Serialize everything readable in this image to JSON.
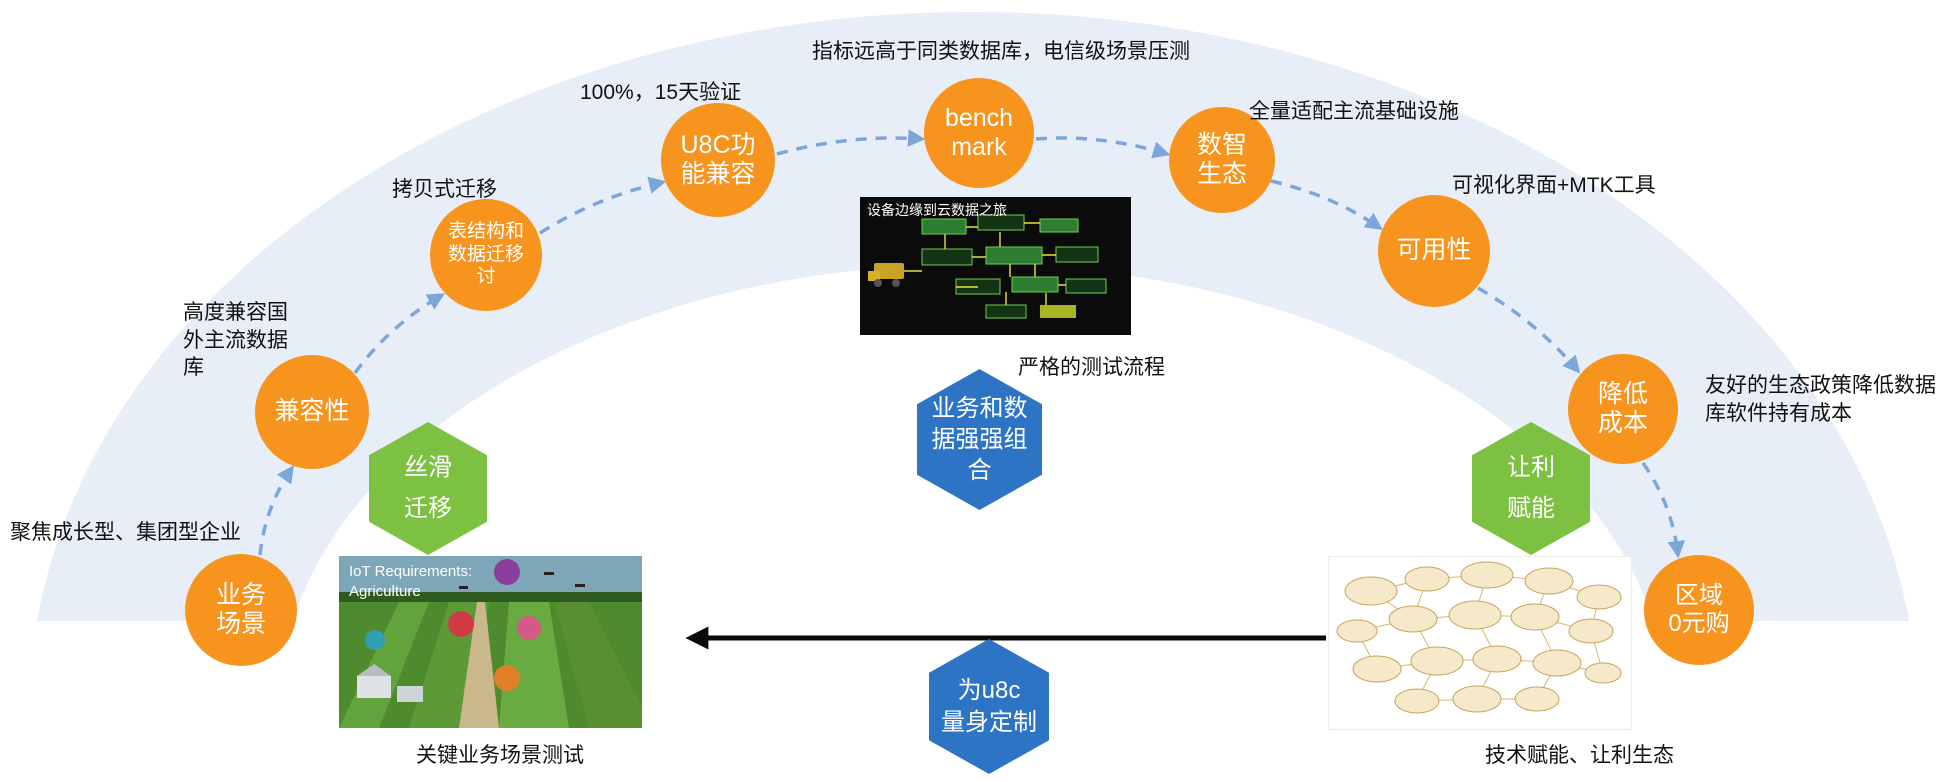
{
  "colors": {
    "orange": "#F7941D",
    "green": "#7DC142",
    "blue": "#2E74C4",
    "arc": "#E8EEF8",
    "dash": "#7CA6D9",
    "arrow": "#0A0A0A"
  },
  "arc_steps": [
    {
      "label": "业务\n场景"
    },
    {
      "label": "兼容性"
    },
    {
      "label": "表结构和\n数据迁移\n讨"
    },
    {
      "label": "U8C功\n能兼容"
    },
    {
      "label": "bench\nmark"
    },
    {
      "label": "数智\n生态"
    },
    {
      "label": "可用性"
    },
    {
      "label": "降低\n成本"
    },
    {
      "label": "区域\n0元购"
    }
  ],
  "annotations": {
    "focus": "聚焦成长型、集团型企业",
    "compat": "高度兼容国\n外主流数据\n库",
    "copy_migration": "拷贝式迁移",
    "verify": "100%，15天验证",
    "benchmark_note": "指标远高于同类数据库，电信级场景压测",
    "ecosystem": "全量适配主流基础设施",
    "visual_tools": "可视化界面+MTK工具",
    "cost_policy": "友好的生态政策降低数据\n库软件持有成本"
  },
  "hexagons": {
    "green_left": "丝滑\n迁移",
    "green_right": "让利\n赋能",
    "blue_top": "业务和数\n据强强组\n合",
    "blue_bottom": "为u8c\n量身定制"
  },
  "figures": {
    "test_flow": {
      "inner_title": "设备边缘到云数据之旅",
      "caption": "严格的测试流程"
    },
    "farm": {
      "inner_title": "IoT Requirements:\nAgriculture",
      "caption": "关键业务场景测试"
    },
    "network": {
      "caption": "技术赋能、让利生态"
    }
  }
}
